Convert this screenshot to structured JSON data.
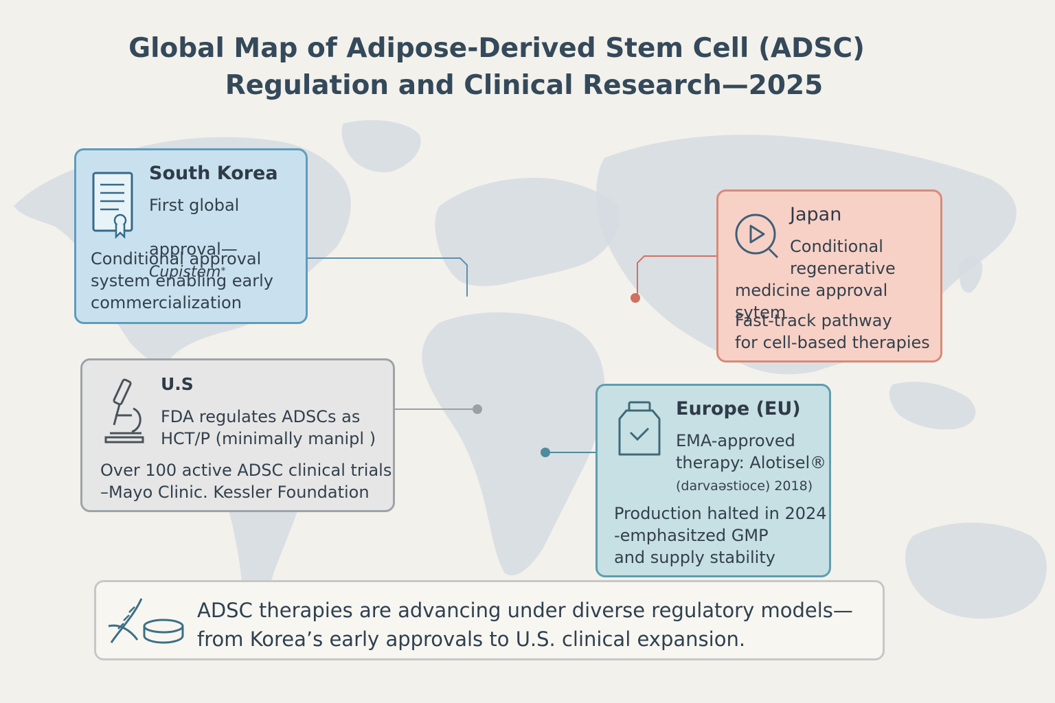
{
  "title": {
    "line1": "Global Map of Adipose-Derived Stem Cell (ADSC)",
    "line2": "Regulation and Clinical Research—2025"
  },
  "korea": {
    "heading": "South Korea",
    "line1": "First global",
    "line2a": "approval—",
    "line2b": "Cupistem",
    "line2c": "*",
    "body": "Conditional approval\nsystem enabling early\ncommercialization"
  },
  "japan": {
    "heading": "Japan",
    "line1": "Conditional",
    "line2": "regenerative",
    "line3": "medicine approval sytem",
    "body": "Fast-track pathway\nfor cell-based therapies"
  },
  "usa": {
    "heading": "U.S",
    "line1": "FDA regulates ADSCs as",
    "line2": "HCT/P (minimally manipl )",
    "body": "Over 100 active ADSC clinical trials\n–Mayo Clinic. Kessler Foundation"
  },
  "eu": {
    "heading": "Europe (EU)",
    "line1": "EMA-approved",
    "line2": "therapy: Alotisel®",
    "line3": "(darvaəstioce) 2018)",
    "body": "Production halted in 2024\n-emphasitzed GMP\nand supply stability"
  },
  "summary": {
    "text": "ADSC therapies are advancing under diverse regulatory models—\nfrom Korea’s early approvals to U.S. clinical expansion."
  },
  "colors": {
    "korea_accent": "#5c9cc0",
    "japan_accent": "#d88a78",
    "usa_accent": "#9ea3a8",
    "eu_accent": "#5e9daf"
  },
  "icons": {
    "korea": "certificate-icon",
    "japan": "play-search-icon",
    "usa": "microscope-icon",
    "eu": "medicine-bottle-icon",
    "summary_dna": "dna-icon",
    "summary_dish": "petri-dish-icon"
  }
}
